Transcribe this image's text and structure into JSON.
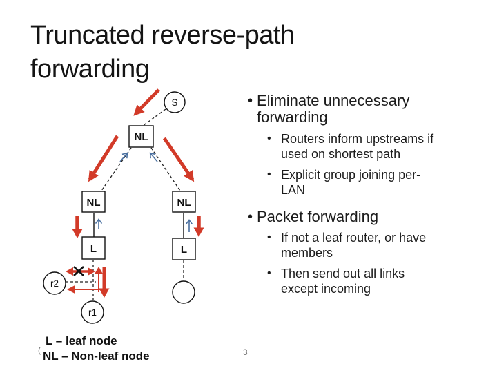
{
  "ui": {
    "bullet_char": "•"
  },
  "slide": {
    "title": "Truncated reverse-path forwarding",
    "page_number": "3",
    "footer_fragment": "("
  },
  "bullets": [
    {
      "label": "Eliminate unnecessary forwarding",
      "children": [
        "Routers inform upstreams if used on shortest path",
        "Explicit group joining per-LAN"
      ]
    },
    {
      "label": "Packet forwarding",
      "children": [
        "If not a leaf router, or have members",
        "Then send out all links except incoming"
      ]
    }
  ],
  "diagram": {
    "nodes": {
      "source": "S",
      "root": "NL",
      "left_mid": "NL",
      "right_mid": "NL",
      "left_leaf": "L",
      "right_leaf": "L",
      "router2": "r2",
      "router1": "r1"
    },
    "legend": [
      "L – leaf node",
      "NL – Non-leaf node"
    ],
    "colors": {
      "packet_arrow_red": "#d23a28",
      "report_arrow_blue": "#4a70a0",
      "node_outline": "#1a1a1a"
    }
  }
}
